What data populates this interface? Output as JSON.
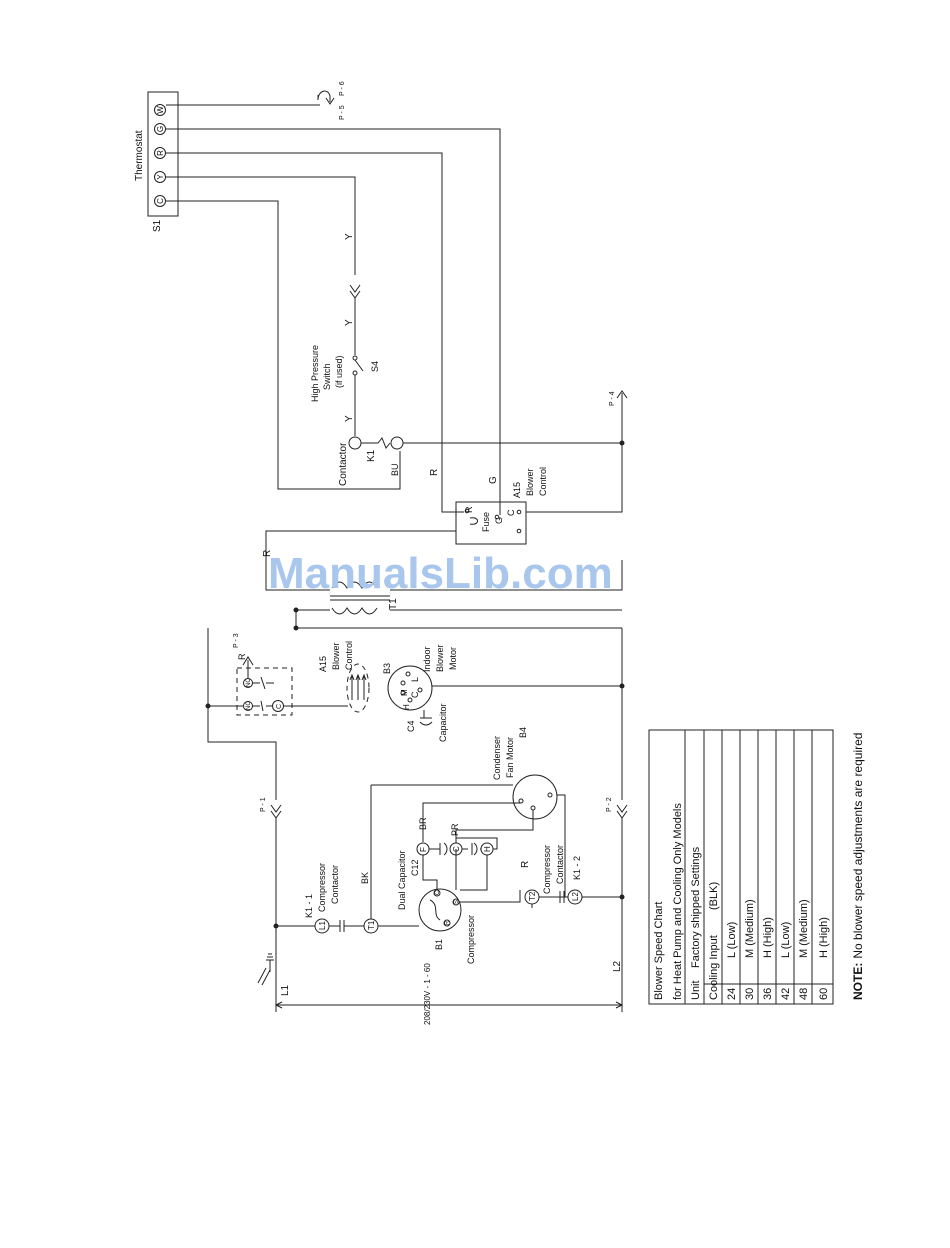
{
  "thermostat": {
    "label": "Thermostat",
    "ref": "S1",
    "terminals": [
      "C",
      "Y",
      "R",
      "G",
      "W"
    ]
  },
  "refs": {
    "p1": "P - 1",
    "p2": "P - 2",
    "p3": "P - 3",
    "p4": "P - 4",
    "p5": "P - 5",
    "p6": "P - 6"
  },
  "wires": {
    "y": "Y",
    "r": "R",
    "g": "G",
    "bu": "BU",
    "bk": "BK",
    "br": "BR",
    "pr": "PR"
  },
  "hps": {
    "line1": "High Pressure",
    "line2": "Switch",
    "line3": "(if used)",
    "ref": "S4"
  },
  "contactor": {
    "label": "Contactor",
    "ref": "K1"
  },
  "blower_control": {
    "ref": "A15",
    "line1": "Blower",
    "line2": "Control",
    "fuse": "Fuse",
    "r": "R",
    "g": "G",
    "c": "C"
  },
  "transformer": {
    "ref": "T1"
  },
  "relay": {
    "no": "NO",
    "nc": "NC",
    "c": "C"
  },
  "indoor_motor": {
    "ref": "B3",
    "line1": "Indoor",
    "line2": "Blower",
    "line3": "Motor",
    "l": "L",
    "c": "C",
    "m": "M",
    "h": "H"
  },
  "capacitor": {
    "ref": "C4",
    "label": "Capacitor"
  },
  "condenser": {
    "line1": "Condenser",
    "line2": "Fan Motor",
    "ref": "B4"
  },
  "dual_cap": {
    "label": "Dual Capacitor",
    "ref": "C12",
    "f": "F",
    "c": "C",
    "h": "H"
  },
  "compressor": {
    "label": "Compressor",
    "ref": "B1",
    "c": "C",
    "s": "S",
    "r": "R"
  },
  "k1_1": {
    "ref": "K1 - 1",
    "line1": "Compressor",
    "line2": "Contactor",
    "l1": "L1",
    "t1": "T1"
  },
  "k1_2": {
    "ref": "K1 - 2",
    "line1": "Compressor",
    "line2": "Contactor",
    "l2": "L2",
    "t2": "T2"
  },
  "power": {
    "l1": "L1",
    "l2": "L2",
    "supply": "208/230V - 1 - 60"
  },
  "watermark": "ManualsLib.com",
  "speed_chart": {
    "title1": "Blower Speed Chart",
    "title2": "for Heat Pump and Cooling Only Models",
    "col_unit": "Unit",
    "col_setting": "Factory shipped Settings",
    "col_cooling": "Cooling Input",
    "col_blk": "(BLK)",
    "rows": [
      {
        "unit": "24",
        "setting": "L (Low)"
      },
      {
        "unit": "30",
        "setting": "M (Medium)"
      },
      {
        "unit": "36",
        "setting": "H (High)"
      },
      {
        "unit": "42",
        "setting": "L (Low)"
      },
      {
        "unit": "48",
        "setting": "M (Medium)"
      },
      {
        "unit": "60",
        "setting": "H (High)"
      }
    ]
  },
  "note": {
    "label": "NOTE:",
    "text": "No blower speed adjustments are required"
  },
  "colors": {
    "line": "#222222",
    "watermark": "#a9c6ec"
  }
}
